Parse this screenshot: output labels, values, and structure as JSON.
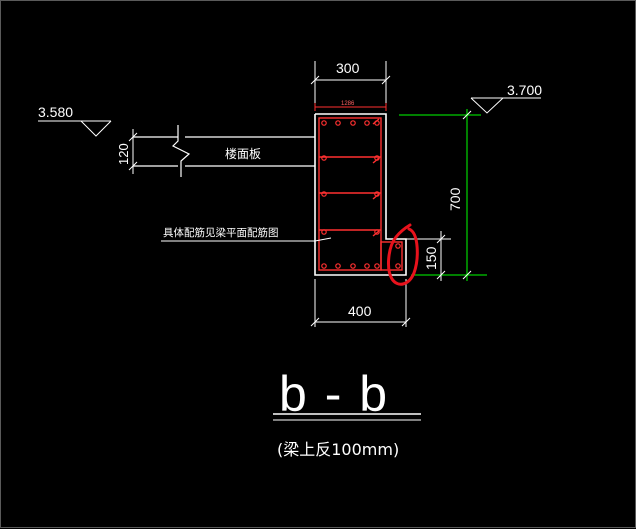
{
  "labels": {
    "top_width": "300",
    "bottom_width": "400",
    "elev_left": "3.580",
    "elev_right": "3.700",
    "slab_thickness": "120",
    "slab_label": "楼面板",
    "beam_height": "700",
    "ledge_height": "150",
    "small_dim": "1286",
    "rebar_note": "具体配筋见梁平面配筋图",
    "section_title": "b - b",
    "subtitle": "(梁上反100mm)"
  },
  "colors": {
    "background": "#000000",
    "line": "#ffffff",
    "dimension": "#00ff00",
    "rebar": "#ff3030",
    "annotation": "#e8121c"
  }
}
